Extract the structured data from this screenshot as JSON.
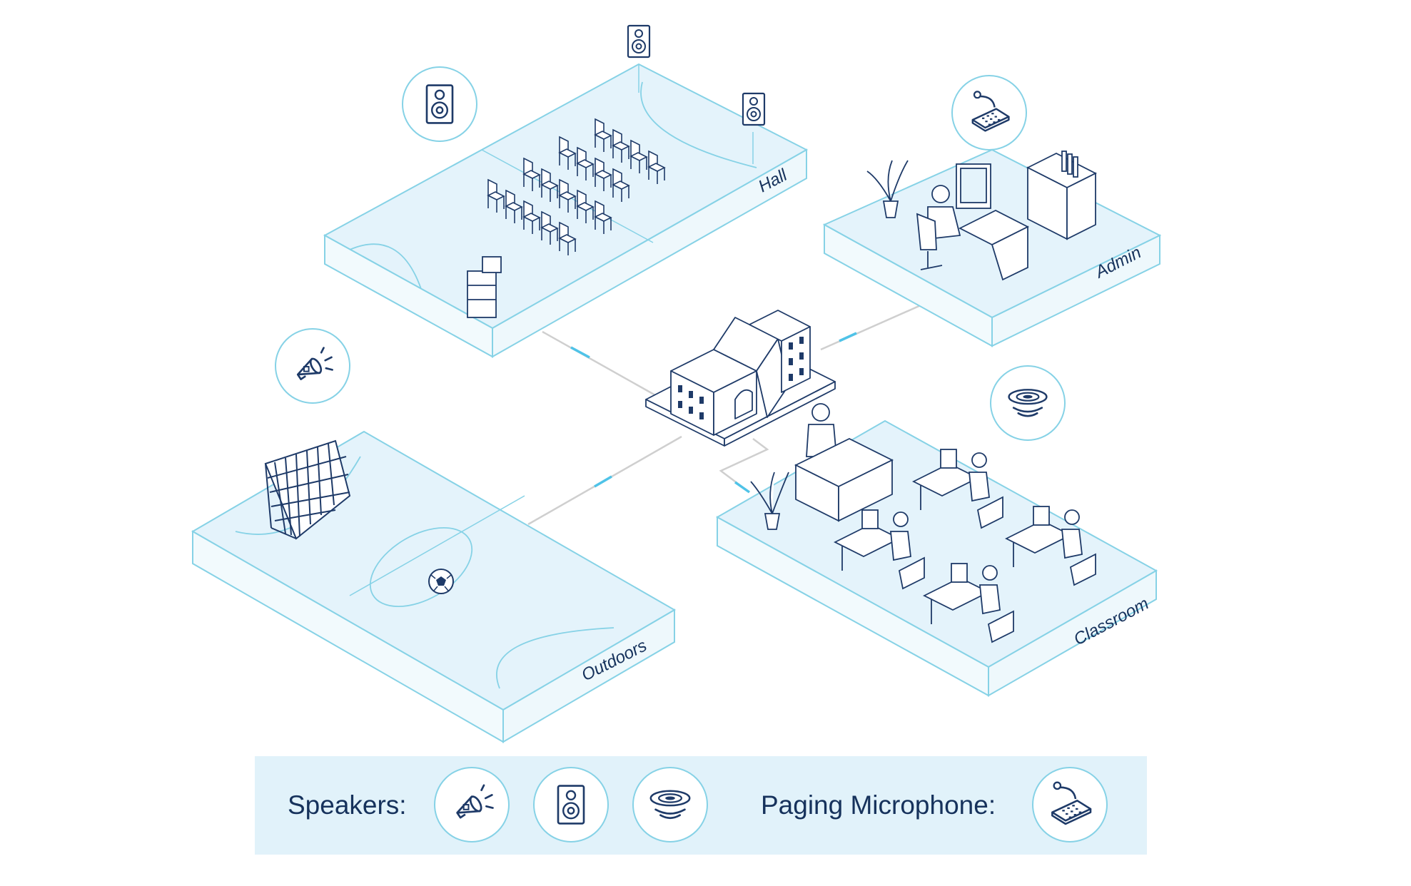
{
  "zones": {
    "hall": "Hall",
    "admin": "Admin",
    "classroom": "Classroom",
    "outdoors": "Outdoors"
  },
  "legend": {
    "speakers_label": "Speakers:",
    "paging_label": "Paging Microphone:",
    "speaker_icons": [
      "megaphone-icon",
      "box-speaker-icon",
      "ceiling-speaker-icon"
    ],
    "paging_icons": [
      "paging-microphone-icon"
    ]
  },
  "colors": {
    "outline": "#86d2e6",
    "floor": "#e4f3fb",
    "line_art": "#1e3a68",
    "label": "#16325c",
    "legend_bg": "#e1f2fa",
    "connector": "#cfcfcf",
    "connector_accent": "#4fc3e8"
  }
}
